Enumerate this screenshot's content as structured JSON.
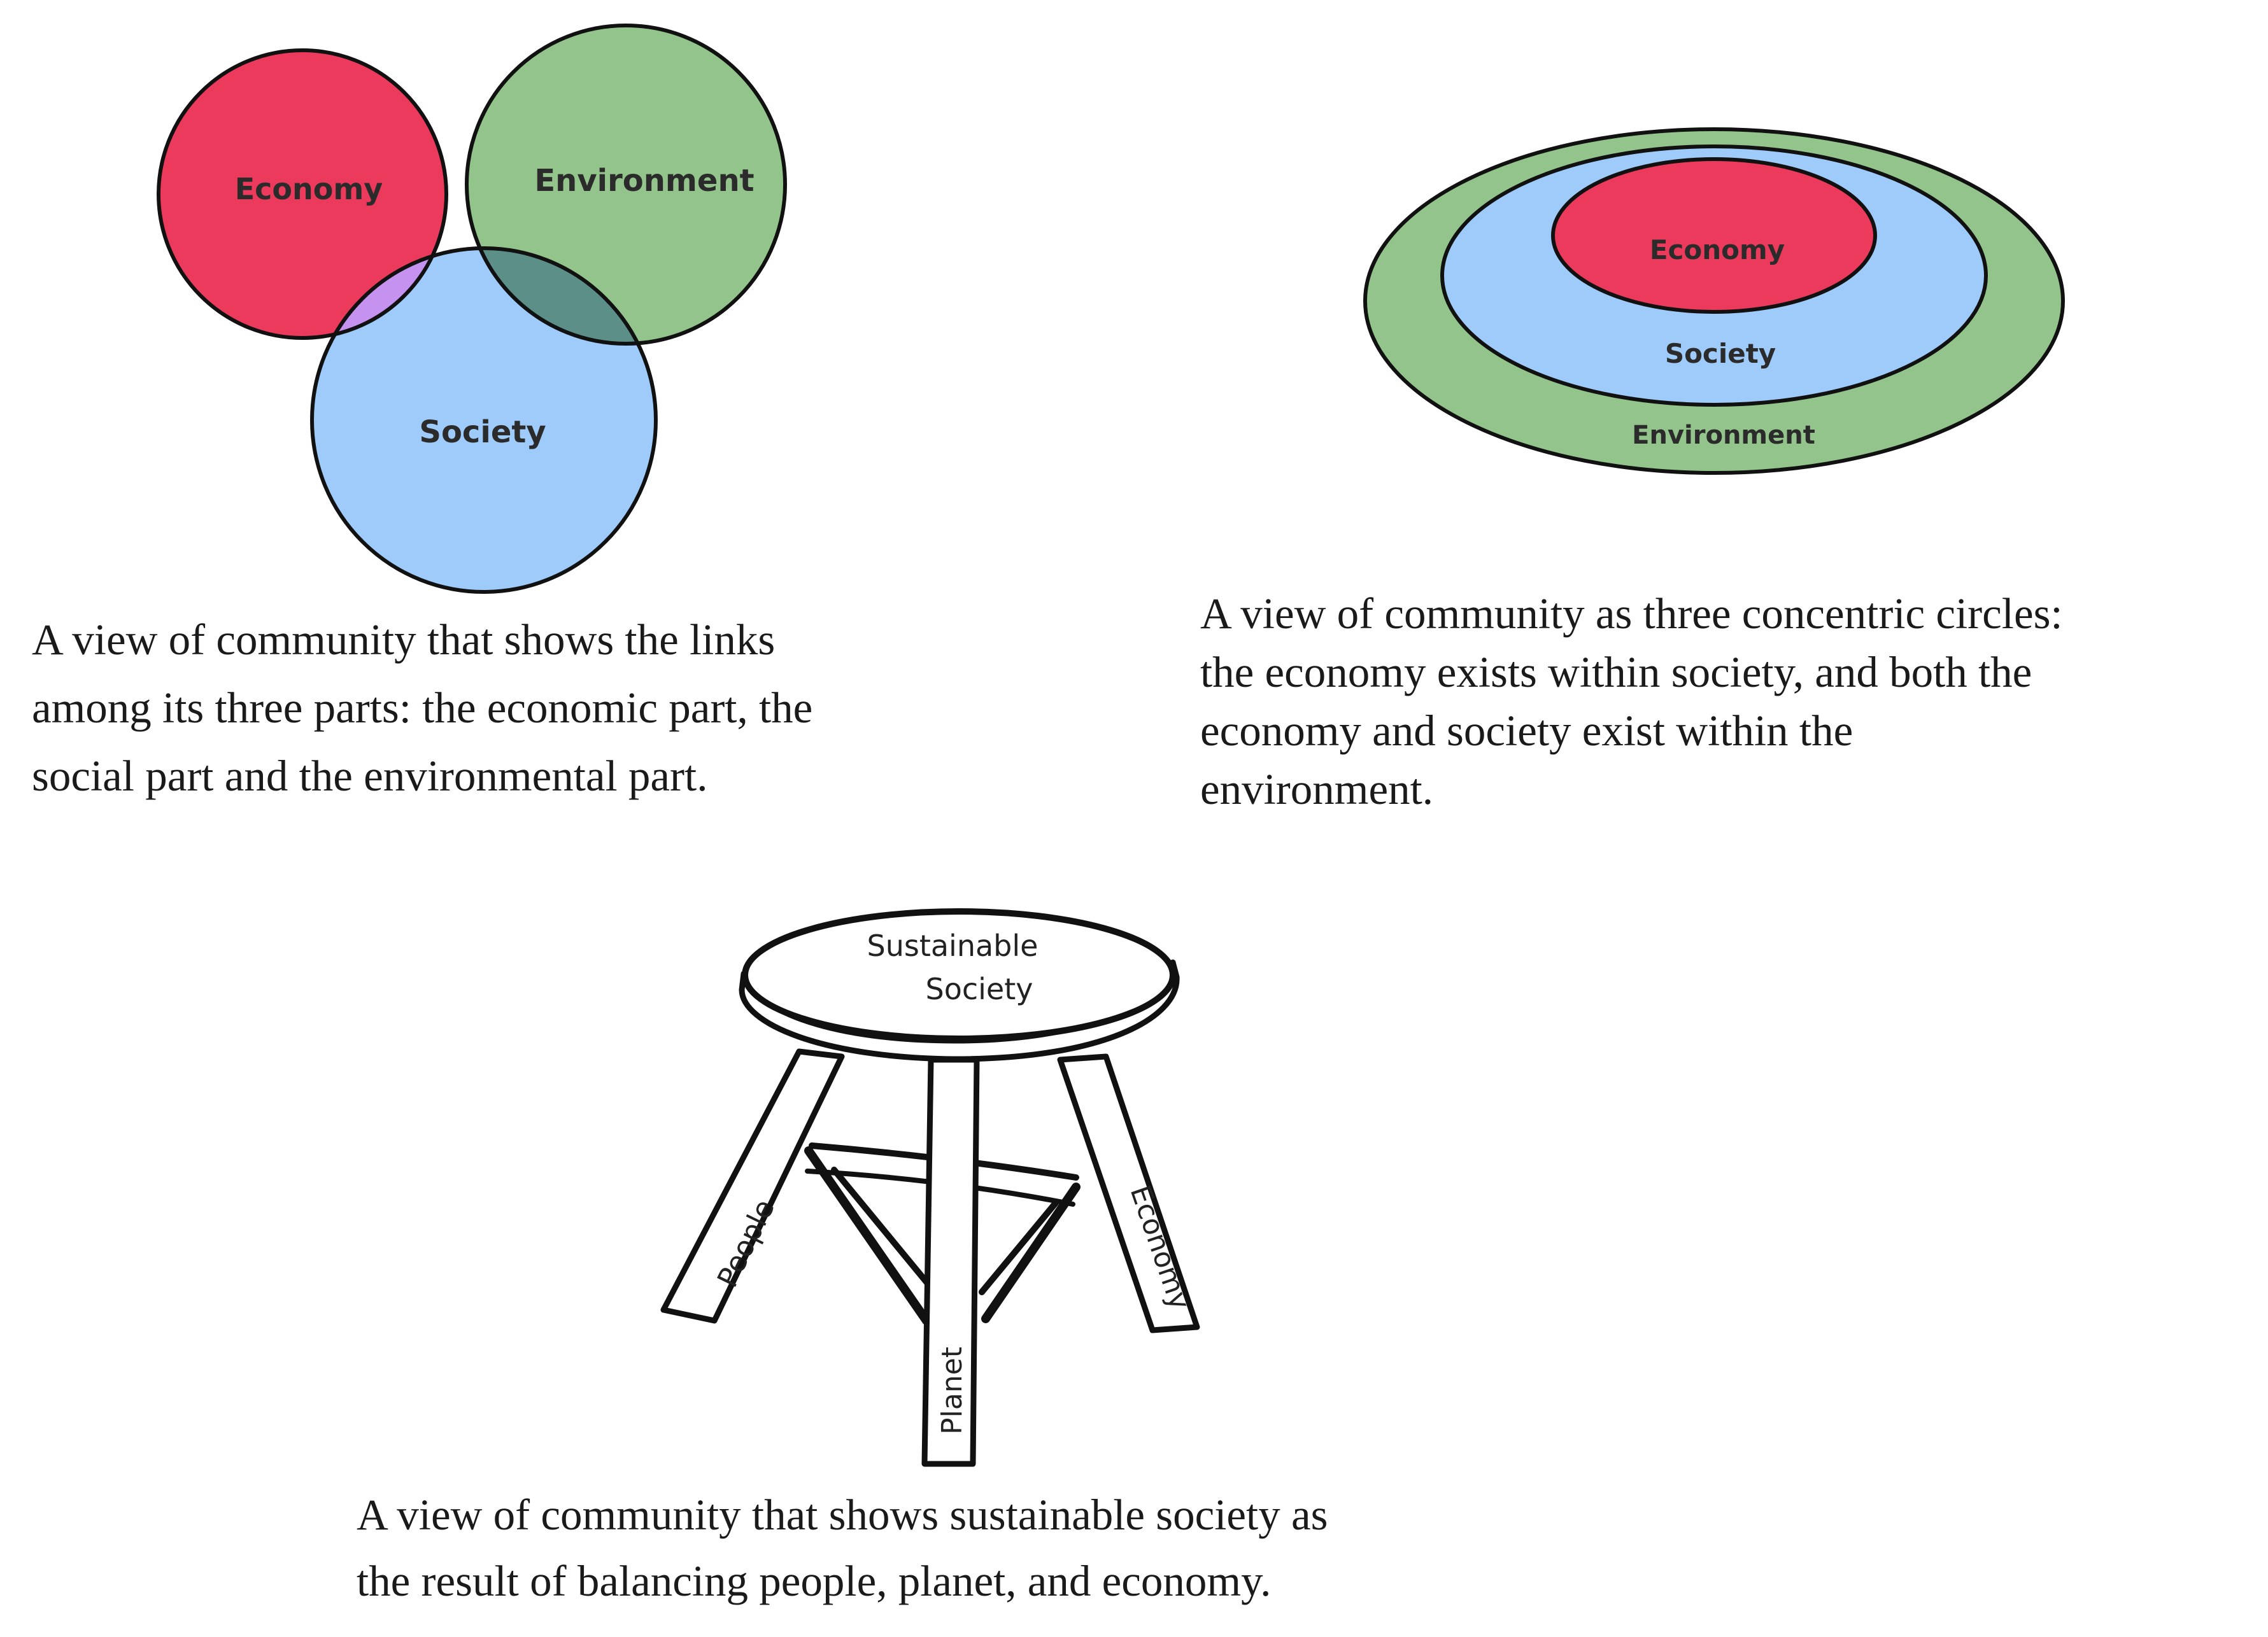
{
  "venn": {
    "labels": {
      "economy": "Economy",
      "environment": "Environment",
      "society": "Society"
    },
    "caption": [
      "A view of community that shows the links",
      "among its three parts: the economic part, the",
      "social part and the environmental part."
    ],
    "colors": {
      "economy": "#ec3a5c",
      "environment": "#93c48b",
      "society": "#9ecbf9",
      "economy_environment": "#c86a35",
      "economy_society": "#c692f0",
      "environment_society": "#5b8f87",
      "center": "#000000"
    }
  },
  "nested": {
    "labels": {
      "economy": "Economy",
      "society": "Society",
      "environment": "Environment"
    },
    "caption": [
      "A view of community as three concentric circles:",
      "the economy exists within society, and both the",
      "economy and society exist within the",
      "environment."
    ],
    "colors": {
      "environment": "#93c48b",
      "society": "#9ecbf9",
      "economy": "#ec3a5c"
    }
  },
  "stool": {
    "seat_label": [
      "Sustainable",
      "Society"
    ],
    "legs": {
      "left": "People",
      "center": "Planet",
      "right": "Economy"
    },
    "caption": [
      "A view of community that shows sustainable society as",
      "the result of balancing people, planet, and economy."
    ]
  }
}
